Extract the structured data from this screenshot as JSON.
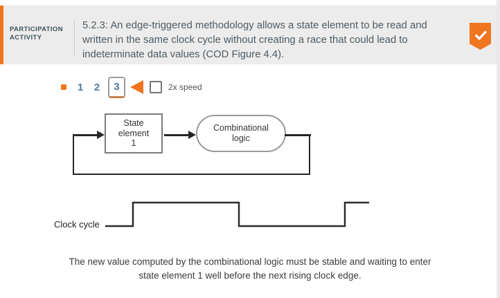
{
  "header": {
    "activity_type_label": "PARTICIPATION\nACTIVITY",
    "activity_text": "5.2.3: An edge-triggered methodology allows a state element to be read and\nwritten in the same clock cycle without creating a race that could lead to\nindeterminate data values (COD Figure 4.4).",
    "accent_color": "#f0751f"
  },
  "player": {
    "steps": [
      "1",
      "2",
      "3"
    ],
    "active_step": "3",
    "speed_label": "2x speed",
    "speed_checked": false
  },
  "diagram": {
    "state_element_label": "State\nelement\n1",
    "combinational_logic_label": "Combinational\nlogic",
    "clock_label": "Clock cycle",
    "clock_wave_points": "152,327 192,327 192,293 345,293 345,327 498,327 498,293 533,293"
  },
  "caption": "The new value computed by the combinational logic must be stable and waiting to enter\nstate element 1 well before the next rising clock edge."
}
